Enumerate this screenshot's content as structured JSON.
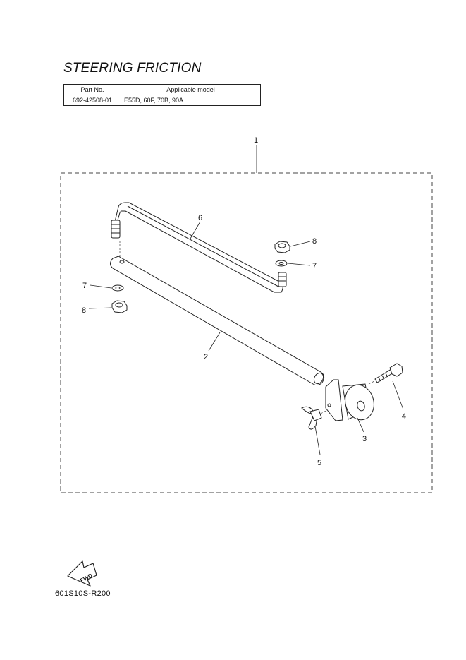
{
  "title": "STEERING FRICTION",
  "table": {
    "headers": [
      "Part No.",
      "Applicable model"
    ],
    "rows": [
      [
        "692-42508-01",
        "E55D, 60F, 70B, 90A"
      ]
    ]
  },
  "callouts": {
    "assembly": "1",
    "rod": "2",
    "friction_block": "3",
    "bolt": "4",
    "wing_nut": "5",
    "link_rod": "6",
    "washer_upper": "7",
    "washer_lower": "7",
    "nut_upper": "8",
    "nut_lower": "8"
  },
  "fwd_label": "FWD",
  "drawing_code": "601S10S-R200"
}
